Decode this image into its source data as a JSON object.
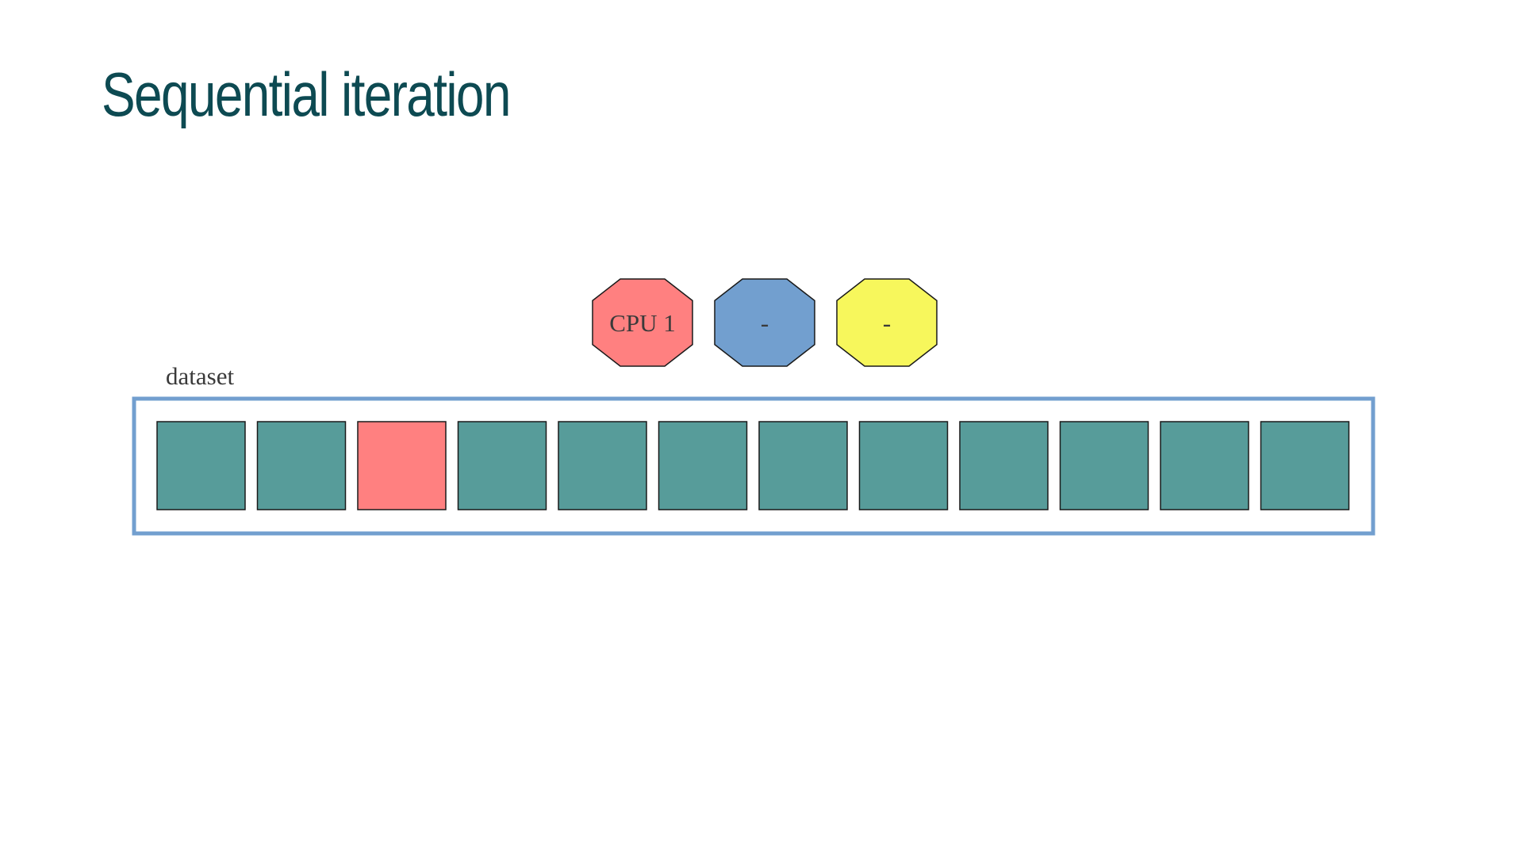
{
  "slide": {
    "title": "Sequential iteration"
  },
  "diagram": {
    "workers": [
      {
        "label": "CPU 1",
        "color": "#ff8080"
      },
      {
        "label": "-",
        "color": "#729fcf"
      },
      {
        "label": "-",
        "color": "#f7f75c"
      }
    ],
    "dataset": {
      "label": "dataset",
      "border_color": "#729fcf",
      "item_count": 12,
      "active_index": 2,
      "item_color": "#579c9a",
      "active_color": "#ff8080"
    }
  }
}
